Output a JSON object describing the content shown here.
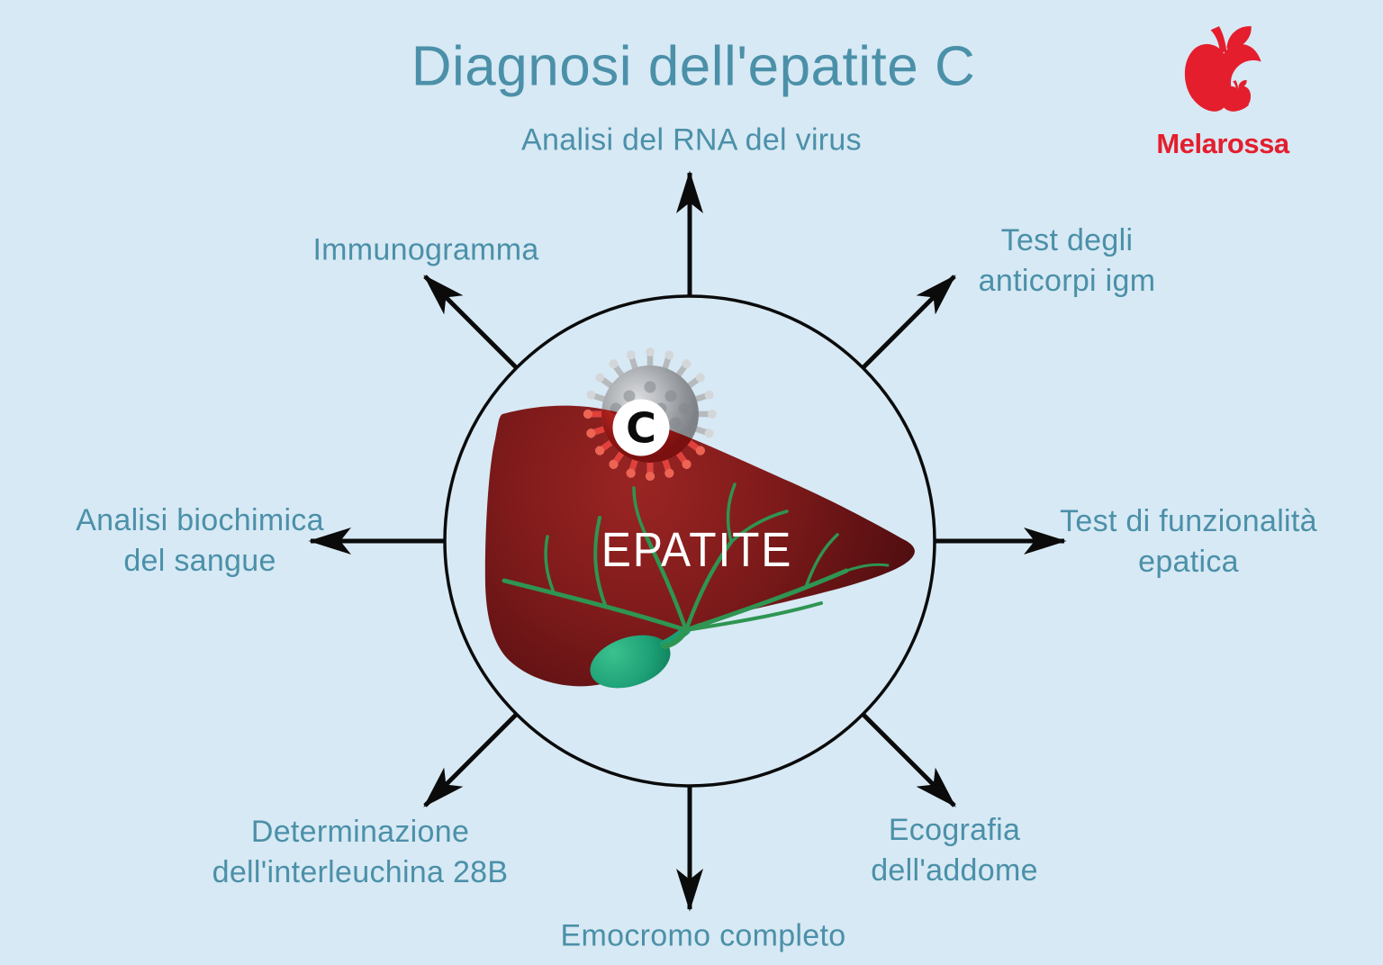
{
  "header": {
    "title": "Diagnosi dell'epatite C"
  },
  "logo": {
    "brand": "Melarossa",
    "apple_icon": "red-apple-with-bite"
  },
  "center": {
    "organ_label": "EPATITE",
    "virus_letter": "C",
    "organ_icon": "liver-illustration",
    "virus_icon": "hepatitis-virus-particle"
  },
  "spokes": [
    {
      "id": "top",
      "lines": [
        "Analisi del RNA del virus"
      ]
    },
    {
      "id": "top-right",
      "lines": [
        "Test degli",
        "anticorpi igm"
      ]
    },
    {
      "id": "right",
      "lines": [
        "Test di funzionalità",
        "epatica"
      ]
    },
    {
      "id": "bottom-right",
      "lines": [
        "Ecografia",
        "dell'addome"
      ]
    },
    {
      "id": "bottom",
      "lines": [
        "Emocromo completo"
      ]
    },
    {
      "id": "bottom-left",
      "lines": [
        "Determinazione",
        "dell'interleuchina 28B"
      ]
    },
    {
      "id": "left",
      "lines": [
        "Analisi biochimica",
        "del sangue"
      ]
    },
    {
      "id": "top-left",
      "lines": [
        "Immunogramma"
      ]
    }
  ],
  "colors": {
    "background": "#d7e9f4",
    "text_teal": "#4b90a9",
    "arrow_black": "#0b0b0b",
    "brand_red": "#e41e2d",
    "liver_red": "#7c1a1a",
    "vein_green": "#2e9552",
    "gallbladder_green": "#1ea578",
    "virus_grey": "#b3b6ba",
    "virus_red": "#b32622"
  }
}
